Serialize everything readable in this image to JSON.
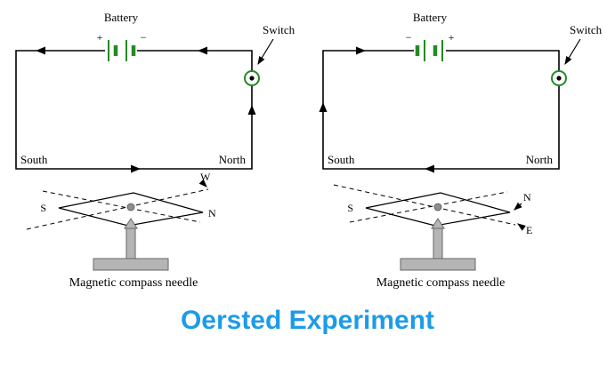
{
  "title": "Oersted Experiment",
  "colors": {
    "title_blue": "#1E9BE8",
    "battery_green": "#228B22",
    "switch_green": "#228B22",
    "wire_black": "#000000",
    "stand_gray": "#b5b5b5",
    "dot_gray": "#8f8f8f"
  },
  "panels": [
    {
      "battery_label": "Battery",
      "terminal_left": "+",
      "terminal_right": "−",
      "switch_label": "Switch",
      "south_label": "South",
      "north_label": "North",
      "compass_s": "S",
      "compass_n": "N",
      "compass_dir": "W",
      "caption": "Magnetic compass needle"
    },
    {
      "battery_label": "Battery",
      "terminal_left": "−",
      "terminal_right": "+",
      "switch_label": "Switch",
      "south_label": "South",
      "north_label": "North",
      "compass_s": "S",
      "compass_n": "N",
      "compass_dir": "E",
      "caption": "Magnetic compass needle"
    }
  ]
}
